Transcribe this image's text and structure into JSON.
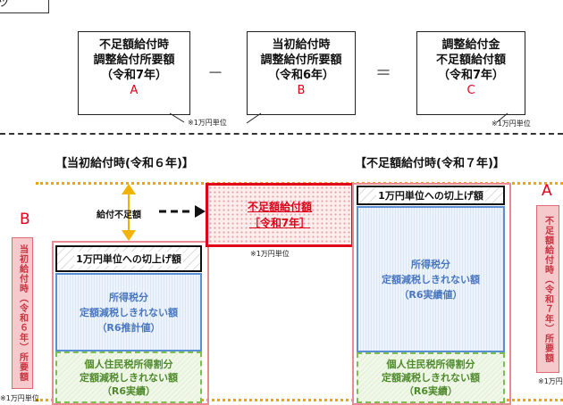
{
  "formula": {
    "box_a": {
      "line1": "不足額給付時",
      "line2": "調整給付所要額",
      "line3": "（令和7年）",
      "letter": "A"
    },
    "box_b": {
      "line1": "当初給付時",
      "line2": "調整給付所要額",
      "line3": "（令和6年）",
      "letter": "B"
    },
    "box_c": {
      "line1": "調整給付金",
      "line2": "不足額給付額",
      "line3": "（令和7年）",
      "letter": "C"
    },
    "minus": "－",
    "equals": "＝",
    "unit_note": "※1万円単位"
  },
  "left_header": "【当初給付時(令和６年)】",
  "right_header": "【不足額給付時(令和７年)】",
  "left_column": {
    "side_letter": "B",
    "side_label": "当初給付時（令和６年）所要額",
    "cut_label": "1万円単位への切上げ額",
    "blue_line1": "所得税分",
    "blue_line2": "定額減税しきれない額",
    "blue_line3": "（R6推計値）",
    "green_line1": "個人住民税所得割分",
    "green_line2": "定額減税しきれない額",
    "green_line3": "（R6実績）",
    "unit_note": "※1万円単位"
  },
  "middle": {
    "shortfall_label": "給付不足額",
    "box_line1": "不足額給付額",
    "box_line2": "［令和7年］",
    "unit_note": "※1万円単位"
  },
  "right_column": {
    "side_letter": "A",
    "side_label": "不足額給付時（令和７年）所要額",
    "cut_label": "1万円単位への切上げ額",
    "blue_line1": "所得税分",
    "blue_line2": "定額減税しきれない額",
    "blue_line3": "（R6実績値）",
    "green_line1": "個人住民税所得割分",
    "green_line2": "定額減税しきれない額",
    "green_line3": "（R6実績）",
    "unit_note": "※1万円"
  },
  "colors": {
    "accent_red": "#e0001a",
    "gold_line": "#f0a500",
    "blue": "#5a8fd6",
    "green": "#7bbf52",
    "pink": "#e98a94"
  }
}
